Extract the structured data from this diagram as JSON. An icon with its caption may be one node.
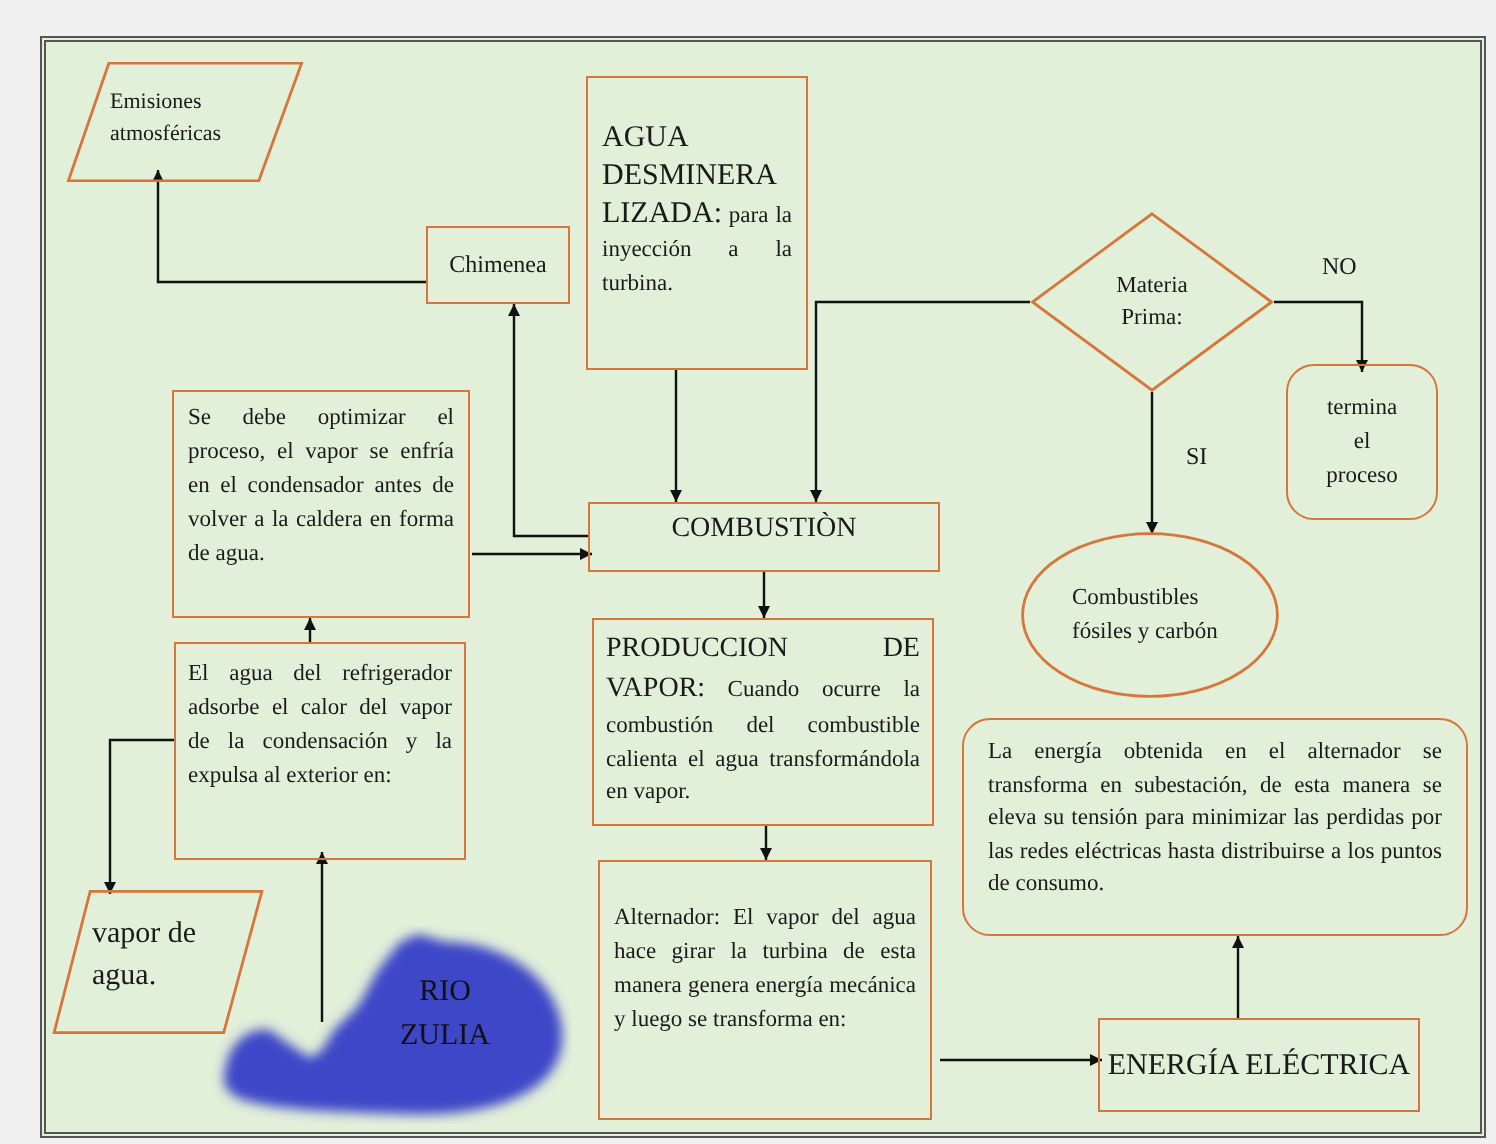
{
  "diagram": {
    "nodes": [
      {
        "text": [
          "Emisiones atmosféricas"
        ]
      },
      {
        "text": [
          "AGUA DESMINERA LIZADA:",
          "para la inyección a la turbina."
        ]
      },
      {
        "text": [
          "Chimenea"
        ]
      },
      {
        "text": [
          "Materia Prima:"
        ]
      },
      {
        "text": [
          "termina el proceso"
        ]
      },
      {
        "text": [
          "Se debe optimizar el proceso, el vapor se enfría en el condensador antes de volver a la caldera en forma de agua."
        ]
      },
      {
        "text": [
          "COMBUSTIÒN"
        ]
      },
      {
        "text": [
          "Combustibles fósiles y carbón"
        ]
      },
      {
        "text": [
          "El agua del refrigerador adsorbe el calor del vapor de la condensación y la expulsa al exterior en:"
        ]
      },
      {
        "text": [
          "PRODUCCION DE VAPOR:",
          "Cuando ocurre la combustión del combustible calienta el agua transformándola en vapor."
        ]
      },
      {
        "text": [
          "La energía obtenida en el alternador se transforma en subestación, de esta manera se eleva su tensión para minimizar las perdidas por las redes eléctricas hasta distribuirse a los puntos de consumo."
        ]
      },
      {
        "text": [
          "vapor de agua."
        ]
      },
      {
        "text": [
          "Alternador: El vapor del agua hace girar la turbina de esta manera genera energía mecánica y luego se transforma en:"
        ]
      },
      {
        "text": [
          "RIO ZULIA"
        ]
      },
      {
        "text": [
          "ENERGÍA ELÉCTRICA"
        ]
      }
    ],
    "edges": [
      {
        "from": 2,
        "to": 0,
        "arrow": "to"
      },
      {
        "from": 6,
        "to": 2,
        "arrow": "to"
      },
      {
        "from": 1,
        "to": 6,
        "arrow": "to"
      },
      {
        "from": 3,
        "to": 6,
        "arrow": "to"
      },
      {
        "from": 3,
        "to": 4,
        "arrow": "to",
        "label": "NO"
      },
      {
        "from": 3,
        "to": 7,
        "arrow": "to",
        "label": "SI"
      },
      {
        "from": 5,
        "to": 6,
        "arrow": "to"
      },
      {
        "from": 6,
        "to": 9,
        "arrow": "to"
      },
      {
        "from": 8,
        "to": 5,
        "arrow": "to"
      },
      {
        "from": 8,
        "to": 11,
        "arrow": "to"
      },
      {
        "from": 13,
        "to": 8,
        "arrow": "to"
      },
      {
        "from": 9,
        "to": 12,
        "arrow": "to"
      },
      {
        "from": 12,
        "to": 14,
        "arrow": "to"
      },
      {
        "from": 14,
        "to": 10,
        "arrow": "to"
      }
    ]
  }
}
